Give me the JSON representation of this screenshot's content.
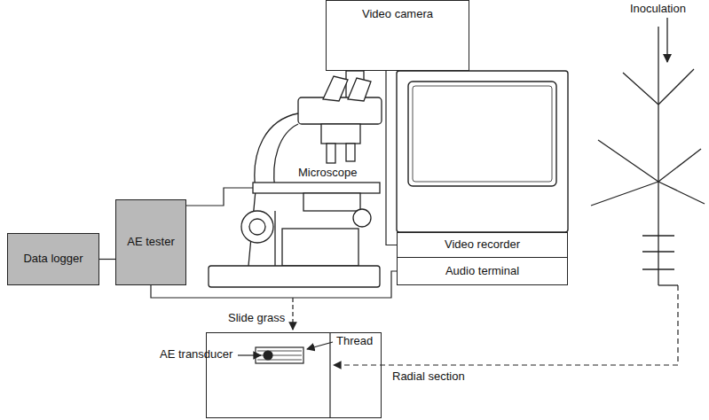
{
  "diagram": {
    "nodes": [
      {
        "text": [
          "Video camera"
        ]
      },
      {
        "text": [
          "Data logger"
        ]
      },
      {
        "text": [
          "AE tester"
        ]
      },
      {
        "text": [
          "Video recorder"
        ]
      },
      {
        "text": [
          "Audio terminal"
        ]
      },
      {
        "text": [
          "Slide grass"
        ]
      }
    ],
    "edges": [
      {
        "from": 1,
        "to": 2,
        "arrow": "none"
      },
      {
        "from": 0,
        "to": 3,
        "arrow": "none"
      },
      {
        "from": 2,
        "to": 4,
        "arrow": "none"
      }
    ],
    "labels": [
      "Microscope",
      "Inoculation",
      "Thread",
      "AE transducer",
      "Radial section"
    ]
  }
}
